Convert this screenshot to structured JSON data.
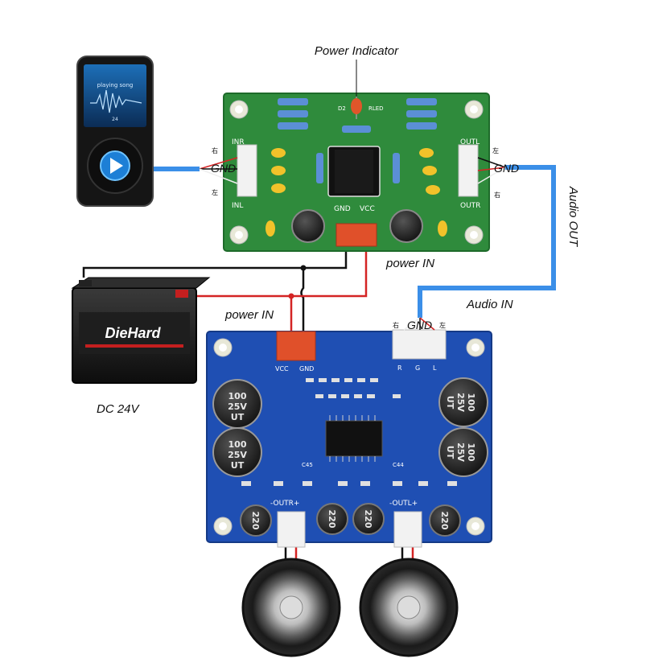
{
  "labels": {
    "power_indicator": "Power Indicator",
    "power_in_top": "power IN",
    "power_in_bottom": "power IN",
    "audio_out": "Audio OUT",
    "audio_in": "Audio IN",
    "dc_24v": "DC 24V",
    "gnd_left": "GND",
    "gnd_right": "GND",
    "gnd_bottom": "GND"
  },
  "preamp_board": {
    "inr": "INR",
    "inl": "INL",
    "outl": "OUTL",
    "outr": "OUTR",
    "gnd": "GND",
    "vcc": "VCC",
    "d2": "D2",
    "rled": "RLED",
    "right_char_l": "右",
    "left_char_l": "左",
    "left_char_r": "左",
    "right_char_r": "右"
  },
  "amp_board": {
    "vcc": "VCC",
    "gnd": "GND",
    "l": "L",
    "g": "G",
    "r": "R",
    "right_char": "右",
    "left_char": "左",
    "outr": "-OUTR+",
    "outl": "-OUTL+",
    "cap_100": "100",
    "cap_25v": "25V",
    "cap_ut": "UT",
    "inductor_val": "220",
    "c45": "C45",
    "c44": "C44"
  },
  "battery": {
    "brand": "DieHard"
  },
  "player": {
    "song": "playing song",
    "track": "24"
  },
  "colors": {
    "preamp_pcb": "#2f8b3c",
    "amp_pcb": "#1f4fb3",
    "audio_wire": "#3b8fe8",
    "power_wire": "#d42424",
    "gnd_wire": "#111111",
    "connector_red": "#e0502a"
  }
}
